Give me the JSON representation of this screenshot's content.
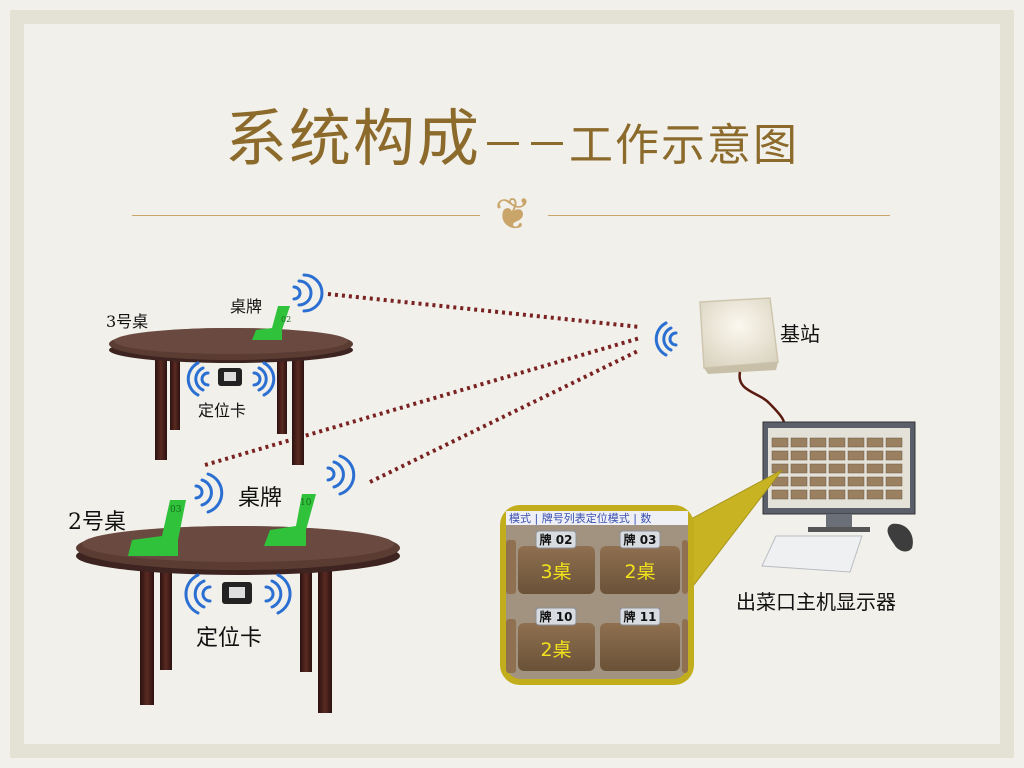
{
  "title": {
    "main": "系统构成",
    "dashes": "－－",
    "sub": "工作示意图"
  },
  "ornament": "❦",
  "labels": {
    "table3": "3号桌",
    "table3_sign": "桌牌",
    "table3_locator": "定位卡",
    "table2": "2号桌",
    "table2_sign": "桌牌",
    "table2_locator": "定位卡",
    "base_station": "基站",
    "host": "出菜口主机显示器"
  },
  "table_signs": {
    "sign3": "02",
    "sign2a": "03",
    "sign2b": "10"
  },
  "zoom": {
    "tabs": "模式 | 牌号列表定位模式 | 数",
    "cards": [
      {
        "plate": "牌 02",
        "table": "3桌"
      },
      {
        "plate": "牌 03",
        "table": "2桌"
      },
      {
        "plate": "牌 10",
        "table": "2桌"
      },
      {
        "plate": "牌 11",
        "table": ""
      }
    ]
  },
  "colors": {
    "title": "#8b6a2b",
    "accent": "#c9a56a",
    "signal": "#2a6fd1",
    "link_dots": "#7a2222",
    "table_top": "#5a3c33",
    "sign": "#2fc23a"
  }
}
